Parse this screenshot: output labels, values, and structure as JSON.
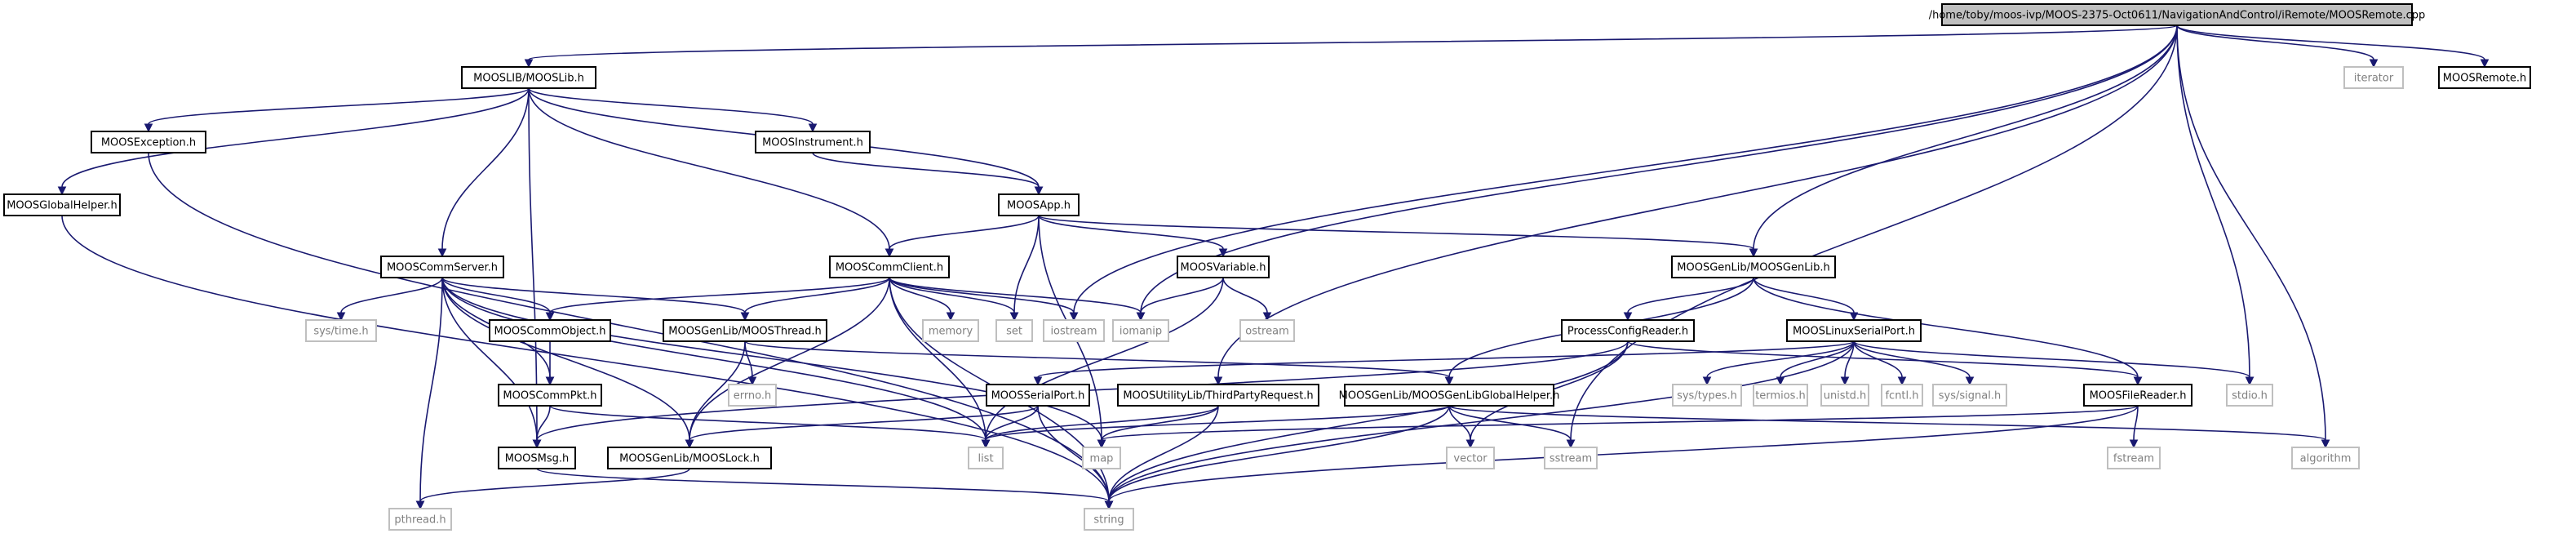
{
  "graph": {
    "root": "/home/toby/moos-ivp/MOOS-2375-Oct0611/NavigationAndControl/iRemote/MOOSRemote.cpp",
    "nodes": [
      {
        "id": "root",
        "label": "/home/toby/moos-ivp/MOOS-2375-Oct0611/NavigationAndControl/iRemote/MOOSRemote.cpp",
        "kind": "root"
      },
      {
        "id": "mooslib",
        "label": "MOOSLIB/MOOSLib.h",
        "kind": "internal"
      },
      {
        "id": "iterator",
        "label": "iterator",
        "kind": "external"
      },
      {
        "id": "moosremote_h",
        "label": "MOOSRemote.h",
        "kind": "internal"
      },
      {
        "id": "moosexception",
        "label": "MOOSException.h",
        "kind": "internal"
      },
      {
        "id": "moosinstrument",
        "label": "MOOSInstrument.h",
        "kind": "internal"
      },
      {
        "id": "moosglobalhelper",
        "label": "MOOSGlobalHelper.h",
        "kind": "internal"
      },
      {
        "id": "moosapp",
        "label": "MOOSApp.h",
        "kind": "internal"
      },
      {
        "id": "mooscommserver",
        "label": "MOOSCommServer.h",
        "kind": "internal"
      },
      {
        "id": "mooscommclient",
        "label": "MOOSCommClient.h",
        "kind": "internal"
      },
      {
        "id": "moosvariable",
        "label": "MOOSVariable.h",
        "kind": "internal"
      },
      {
        "id": "moosgenlib",
        "label": "MOOSGenLib/MOOSGenLib.h",
        "kind": "internal"
      },
      {
        "id": "systime",
        "label": "sys/time.h",
        "kind": "external"
      },
      {
        "id": "mooscommobject",
        "label": "MOOSCommObject.h",
        "kind": "internal"
      },
      {
        "id": "moosthread",
        "label": "MOOSGenLib/MOOSThread.h",
        "kind": "internal"
      },
      {
        "id": "memory",
        "label": "memory",
        "kind": "external"
      },
      {
        "id": "set",
        "label": "set",
        "kind": "external"
      },
      {
        "id": "iostream",
        "label": "iostream",
        "kind": "external"
      },
      {
        "id": "iomanip",
        "label": "iomanip",
        "kind": "external"
      },
      {
        "id": "ostream",
        "label": "ostream",
        "kind": "external"
      },
      {
        "id": "processconfigreader",
        "label": "ProcessConfigReader.h",
        "kind": "internal"
      },
      {
        "id": "mooslinuxserialport",
        "label": "MOOSLinuxSerialPort.h",
        "kind": "internal"
      },
      {
        "id": "errno",
        "label": "errno.h",
        "kind": "external"
      },
      {
        "id": "mooscommpkt",
        "label": "MOOSCommPkt.h",
        "kind": "internal"
      },
      {
        "id": "moosserialport",
        "label": "MOOSSerialPort.h",
        "kind": "internal"
      },
      {
        "id": "thirdpartyrequest",
        "label": "MOOSUtilityLib/ThirdPartyRequest.h",
        "kind": "internal"
      },
      {
        "id": "moosgenlibglobalhelper",
        "label": "MOOSGenLib/MOOSGenLibGlobalHelper.h",
        "kind": "internal"
      },
      {
        "id": "systypes",
        "label": "sys/types.h",
        "kind": "external"
      },
      {
        "id": "termios",
        "label": "termios.h",
        "kind": "external"
      },
      {
        "id": "unistd",
        "label": "unistd.h",
        "kind": "external"
      },
      {
        "id": "fcntl",
        "label": "fcntl.h",
        "kind": "external"
      },
      {
        "id": "syssignal",
        "label": "sys/signal.h",
        "kind": "external"
      },
      {
        "id": "moosfilereader",
        "label": "MOOSFileReader.h",
        "kind": "internal"
      },
      {
        "id": "stdio",
        "label": "stdio.h",
        "kind": "external"
      },
      {
        "id": "moosmsg",
        "label": "MOOSMsg.h",
        "kind": "internal"
      },
      {
        "id": "mooslock",
        "label": "MOOSGenLib/MOOSLock.h",
        "kind": "internal"
      },
      {
        "id": "list",
        "label": "list",
        "kind": "external"
      },
      {
        "id": "map",
        "label": "map",
        "kind": "external"
      },
      {
        "id": "vector",
        "label": "vector",
        "kind": "external"
      },
      {
        "id": "sstream",
        "label": "sstream",
        "kind": "external"
      },
      {
        "id": "fstream",
        "label": "fstream",
        "kind": "external"
      },
      {
        "id": "algorithm",
        "label": "algorithm",
        "kind": "external"
      },
      {
        "id": "pthread",
        "label": "pthread.h",
        "kind": "external"
      },
      {
        "id": "string",
        "label": "string",
        "kind": "external"
      }
    ],
    "edges": [
      [
        "root",
        "mooslib"
      ],
      [
        "root",
        "iterator"
      ],
      [
        "root",
        "moosremote_h"
      ],
      [
        "root",
        "iostream"
      ],
      [
        "root",
        "iomanip"
      ],
      [
        "root",
        "thirdpartyrequest"
      ],
      [
        "root",
        "moosgenlib"
      ],
      [
        "root",
        "stdio"
      ],
      [
        "root",
        "sstream"
      ],
      [
        "root",
        "algorithm"
      ],
      [
        "mooslib",
        "moosexception"
      ],
      [
        "mooslib",
        "moosinstrument"
      ],
      [
        "mooslib",
        "moosglobalhelper"
      ],
      [
        "mooslib",
        "moosapp"
      ],
      [
        "mooslib",
        "mooscommserver"
      ],
      [
        "mooslib",
        "mooscommclient"
      ],
      [
        "mooslib",
        "moosmsg"
      ],
      [
        "moosexception",
        "string"
      ],
      [
        "moosglobalhelper",
        "string"
      ],
      [
        "moosinstrument",
        "moosapp"
      ],
      [
        "moosapp",
        "mooscommclient"
      ],
      [
        "moosapp",
        "moosvariable"
      ],
      [
        "moosapp",
        "moosgenlib"
      ],
      [
        "moosapp",
        "set"
      ],
      [
        "moosapp",
        "map"
      ],
      [
        "mooscommserver",
        "systime"
      ],
      [
        "mooscommserver",
        "mooscommobject"
      ],
      [
        "mooscommserver",
        "moosthread"
      ],
      [
        "mooscommserver",
        "mooscommpkt"
      ],
      [
        "mooscommserver",
        "moosmsg"
      ],
      [
        "mooscommserver",
        "list"
      ],
      [
        "mooscommserver",
        "map"
      ],
      [
        "mooscommserver",
        "pthread"
      ],
      [
        "mooscommserver",
        "mooslock"
      ],
      [
        "mooscommclient",
        "mooscommobject"
      ],
      [
        "mooscommclient",
        "moosthread"
      ],
      [
        "mooscommclient",
        "memory"
      ],
      [
        "mooscommclient",
        "set"
      ],
      [
        "mooscommclient",
        "iostream"
      ],
      [
        "mooscommclient",
        "iomanip"
      ],
      [
        "mooscommclient",
        "list"
      ],
      [
        "mooscommclient",
        "string"
      ],
      [
        "mooscommclient",
        "mooslock"
      ],
      [
        "moosvariable",
        "iomanip"
      ],
      [
        "moosvariable",
        "ostream"
      ],
      [
        "moosvariable",
        "list"
      ],
      [
        "moosgenlib",
        "processconfigreader"
      ],
      [
        "moosgenlib",
        "mooslinuxserialport"
      ],
      [
        "moosgenlib",
        "moosgenlibglobalhelper"
      ],
      [
        "moosgenlib",
        "moosfilereader"
      ],
      [
        "mooscommobject",
        "mooscommpkt"
      ],
      [
        "moosthread",
        "errno"
      ],
      [
        "moosthread",
        "mooslock"
      ],
      [
        "moosthread",
        "moosgenlibglobalhelper"
      ],
      [
        "processconfigreader",
        "moosfilereader"
      ],
      [
        "processconfigreader",
        "vector"
      ],
      [
        "processconfigreader",
        "string"
      ],
      [
        "processconfigreader",
        "moosmsg"
      ],
      [
        "mooslinuxserialport",
        "moosserialport"
      ],
      [
        "mooslinuxserialport",
        "systypes"
      ],
      [
        "mooslinuxserialport",
        "termios"
      ],
      [
        "mooslinuxserialport",
        "unistd"
      ],
      [
        "mooslinuxserialport",
        "fcntl"
      ],
      [
        "mooslinuxserialport",
        "syssignal"
      ],
      [
        "mooslinuxserialport",
        "stdio"
      ],
      [
        "mooslinuxserialport",
        "string"
      ],
      [
        "mooscommpkt",
        "moosmsg"
      ],
      [
        "mooscommpkt",
        "list"
      ],
      [
        "moosserialport",
        "mooslock"
      ],
      [
        "moosserialport",
        "list"
      ],
      [
        "moosserialport",
        "string"
      ],
      [
        "thirdpartyrequest",
        "list"
      ],
      [
        "thirdpartyrequest",
        "map"
      ],
      [
        "thirdpartyrequest",
        "string"
      ],
      [
        "moosgenlibglobalhelper",
        "string"
      ],
      [
        "moosgenlibglobalhelper",
        "vector"
      ],
      [
        "moosgenlibglobalhelper",
        "sstream"
      ],
      [
        "moosgenlibglobalhelper",
        "algorithm"
      ],
      [
        "moosgenlibglobalhelper",
        "list"
      ],
      [
        "moosfilereader",
        "fstream"
      ],
      [
        "moosfilereader",
        "string"
      ],
      [
        "moosfilereader",
        "map"
      ],
      [
        "moosmsg",
        "string"
      ],
      [
        "mooslock",
        "pthread"
      ]
    ]
  }
}
